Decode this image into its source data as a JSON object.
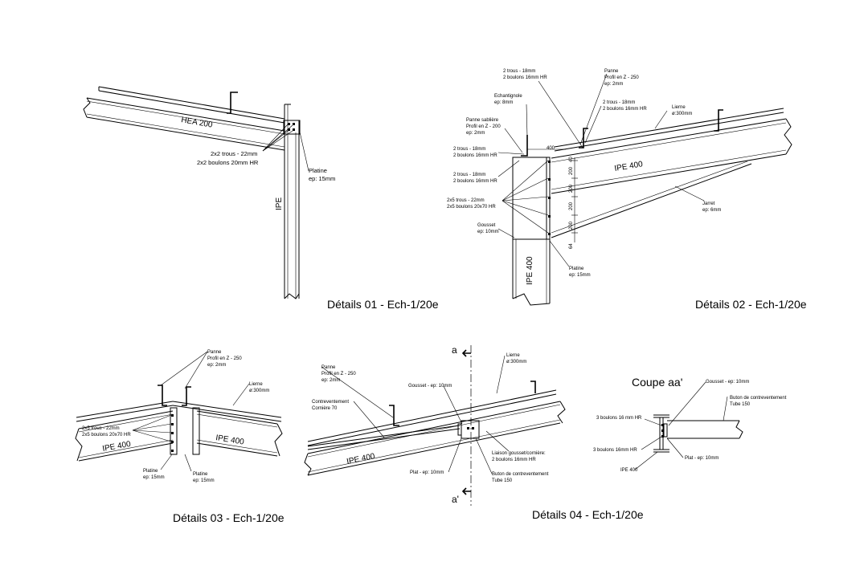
{
  "details": {
    "d01": {
      "title": "Détails 01 - Ech-1/20e",
      "hea": "HEA 200",
      "ipe": "IPE",
      "trous_1": "2x2 trous - 22mm",
      "trous_2": "2x2 boulons 20mm HR",
      "platine_1": "Platine",
      "platine_2": "ep: 15mm"
    },
    "d02": {
      "title": "Détails 02 - Ech-1/20e",
      "ipe_beam": "IPE 400",
      "ipe_col": "IPE 400",
      "t18a_1": "2 trous - 18mm",
      "t18a_2": "2 boulons 16mm HR",
      "panne_1": "Panne",
      "panne_2": "Profil en Z - 250",
      "panne_3": "ep: 2mm",
      "echant_1": "Echantignole",
      "echant_2": "ep: 8mm",
      "t18b_1": "2 trous - 18mm",
      "t18b_2": "2 boulons 16mm HR",
      "lierne_1": "Lierne",
      "lierne_2": "ø:300mm",
      "sabliere_1": "Panne sablière",
      "sabliere_2": "Profil en Z - 200",
      "sabliere_3": "ep: 2mm",
      "t18c_1": "2 trous - 18mm",
      "t18c_2": "2 boulons 16mm HR",
      "t18d_1": "2 trous - 18mm",
      "t18d_2": "2 boulons 16mm HR",
      "t22_1": "2x5 trous - 22mm",
      "t22_2": "2x5 boulons 20x70 HR",
      "gousset_1": "Gousset",
      "gousset_2": "ep: 10mm",
      "platine_1": "Platine",
      "platine_2": "ep: 15mm",
      "jarret_1": "Jarret",
      "jarret_2": "ep: 6mm",
      "dim_top": "400",
      "dim_a": "40",
      "dim_b": "200",
      "dim_c": "200",
      "dim_d": "200",
      "dim_e": "200",
      "dim_f": "64"
    },
    "d03": {
      "title": "Détails 03 - Ech-1/20e",
      "panne_1": "Panne",
      "panne_2": "Profil en Z - 250",
      "panne_3": "ep: 2mm",
      "lierne_1": "Lierne",
      "lierne_2": "ø:300mm",
      "trous_1": "2x5 trous - 22mm",
      "trous_2": "2x5 boulons 20x70 HR",
      "ipe_left": "IPE 400",
      "ipe_right": "IPE 400",
      "platine_l1": "Platine",
      "platine_l2": "ep: 15mm",
      "platine_r1": "Platine",
      "platine_r2": "ep: 15mm"
    },
    "d04": {
      "title": "Détails 04 - Ech-1/20e",
      "cut_a": "a",
      "cut_a2": "a'",
      "panne_1": "Panne",
      "panne_2": "Profil en Z - 250",
      "panne_3": "ep: 2mm",
      "lierne_1": "Lierne",
      "lierne_2": "ø:300mm",
      "gousset": "Gousset - ep: 10mm",
      "contrev_1": "Contreventement",
      "contrev_2": "Cornière 70",
      "ipe": "IPE 400",
      "liaison_1": "Liaison gousset/cornière:",
      "liaison_2": "2 boulons 16mm HR",
      "plat": "Plat - ep: 10mm",
      "buton_1": "Buton de contreventement",
      "buton_2": "Tube 150"
    },
    "coupe": {
      "title": "Coupe aa'",
      "gousset": "Gousset - ep: 10mm",
      "buton_1": "Buton de contreventement",
      "buton_2": "Tube 150",
      "b3a": "3 boulons 16 mm HR",
      "b3b": "3 boulons 16mm HR",
      "ipe": "IPE 400",
      "plat": "Plat - ep: 10mm"
    }
  }
}
